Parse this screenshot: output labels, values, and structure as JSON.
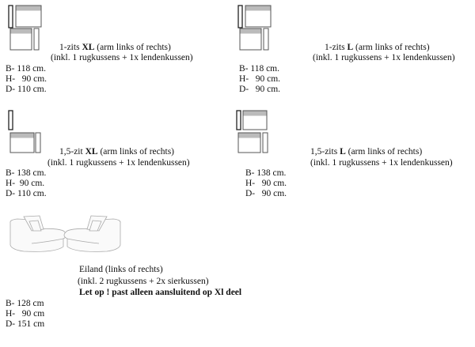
{
  "items": [
    {
      "title_pre": "1-zits ",
      "title_bold": "XL",
      "title_post": " (arm links of rechts)",
      "note": "(inkl. 1 rugkussens + 1x lendenkussen)",
      "dims": [
        "B- 118 cm.",
        "H-   90 cm.",
        "D- 110 cm."
      ]
    },
    {
      "title_pre": "1-zits ",
      "title_bold": "L",
      "title_post": " (arm links of rechts)",
      "note": "(inkl. 1 rugkussens + 1x lendenkussen)",
      "dims": [
        "B- 118 cm.",
        "H-   90 cm.",
        "D-   90 cm."
      ]
    },
    {
      "title_pre": "1,5-zit ",
      "title_bold": "XL",
      "title_post": " (arm links of rechts)",
      "note": "(inkl. 1 rugkussens + 1x lendenkussen)",
      "dims": [
        "B- 138 cm.",
        "H-  90 cm.",
        "D- 110 cm."
      ]
    },
    {
      "title_pre": "1,5-zits ",
      "title_bold": "L",
      "title_post": " (arm links of rechts)",
      "note": "(inkl. 1 rugkussens + 1x lendenkussen)",
      "dims": [
        "B- 138 cm.",
        "H-   90 cm.",
        "D-   90 cm."
      ]
    },
    {
      "title": "Eiland (links of rechts)",
      "note": "(inkl. 2 rugkussens + 2x sierkussen)",
      "warning": "Let op ! past alleen aansluitend op Xl deel",
      "dims": [
        "B- 128 cm",
        "H-   90 cm",
        "D- 151 cm"
      ]
    }
  ]
}
